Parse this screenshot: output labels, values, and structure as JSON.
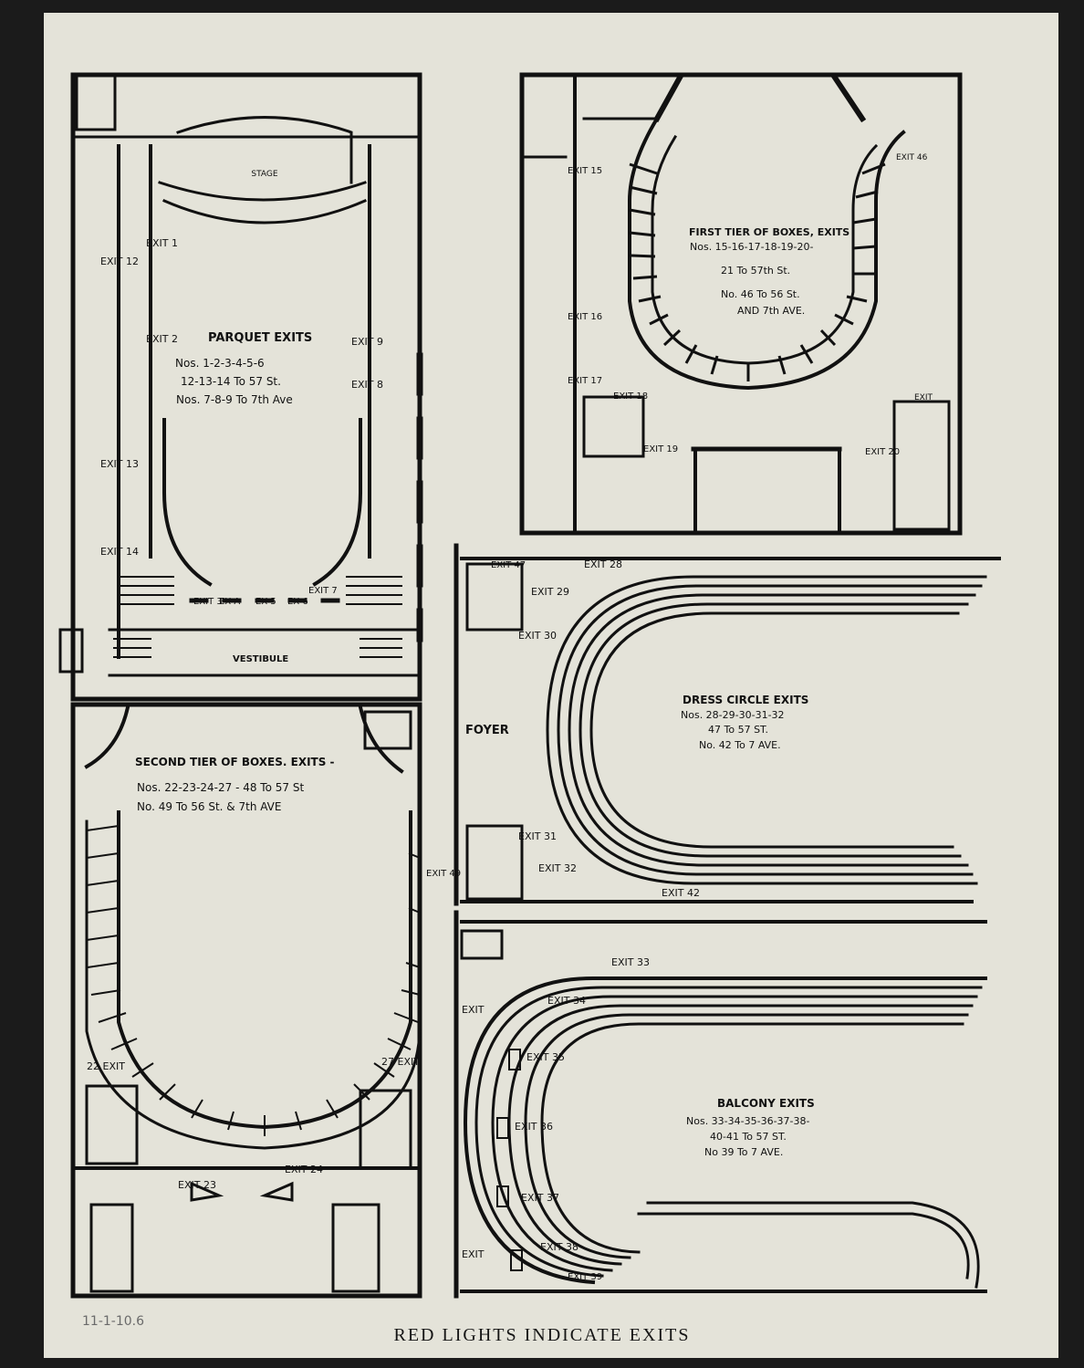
{
  "page": {
    "footer": "RED LIGHTS INDICATE EXITS",
    "annotation": "11-1-10.6"
  },
  "parquet": {
    "stage": "STAGE",
    "title": "PARQUET EXITS",
    "line1": "Nos. 1-2-3-4-5-6",
    "line2": "12-13-14 To 57 St.",
    "line3": "Nos. 7-8-9 To 7th Ave",
    "vestibule": "VESTIBULE",
    "exit1": "EXIT 1",
    "exit2": "EXIT 2",
    "exit3": "EXIT 3",
    "exitA": "EX A",
    "exit5": "EX 5",
    "exit6": "EX 6",
    "exit7": "EXIT 7",
    "exit8": "EXIT 8",
    "exit9": "EXIT 9",
    "exit12": "EXIT 12",
    "exit13": "EXIT 13",
    "exit14": "EXIT 14"
  },
  "first_tier": {
    "title": "FIRST TIER OF BOXES, EXITS",
    "line1": "Nos. 15-16-17-18-19-20-",
    "line2": "21 To 57th St.",
    "line3": "No. 46 To 56 St.",
    "line4": "AND 7th AVE.",
    "exit15": "EXIT 15",
    "exit16": "EXIT 16",
    "exit17": "EXIT 17",
    "exit18": "EXIT 18",
    "exit19": "EXIT 19",
    "exit20": "EXIT 20",
    "exit46": "EXIT 46",
    "exit_right": "EXIT"
  },
  "dress_circle": {
    "title": "DRESS CIRCLE EXITS",
    "line1": "Nos. 28-29-30-31-32",
    "line2": "47 To 57 ST.",
    "line3": "No. 42 To 7 AVE.",
    "foyer": "FOYER",
    "exit28": "EXIT 28",
    "exit29": "EXIT 29",
    "exit30": "EXIT 30",
    "exit31": "EXIT 31",
    "exit32": "EXIT 32",
    "exit42": "EXIT 42",
    "exit47": "EXIT 47"
  },
  "balcony": {
    "title": "BALCONY EXITS",
    "line1": "Nos. 33-34-35-36-37-38-",
    "line2": "40-41 To 57 ST.",
    "line3": "No 39 To 7 AVE.",
    "exit33": "EXIT 33",
    "exit34": "EXIT 34",
    "exit35": "EXIT 35",
    "exit36": "EXIT 36",
    "exit37": "EXIT 37",
    "exit38": "EXIT 38",
    "exit39": "EXIT 39",
    "exit_left": "EXIT",
    "exit_bottom_left": "EXIT"
  },
  "second_tier": {
    "title": "SECOND TIER OF BOXES. EXITS -",
    "line1": "Nos. 22-23-24-27 - 48 To 57 St",
    "line2": "No. 49 To 56 St. & 7th AVE",
    "exit22": "22 EXIT",
    "exit23": "EXIT 23",
    "exit24": "EXIT 24",
    "exit27": "27 EXIT",
    "exit49": "EXIT 49"
  }
}
